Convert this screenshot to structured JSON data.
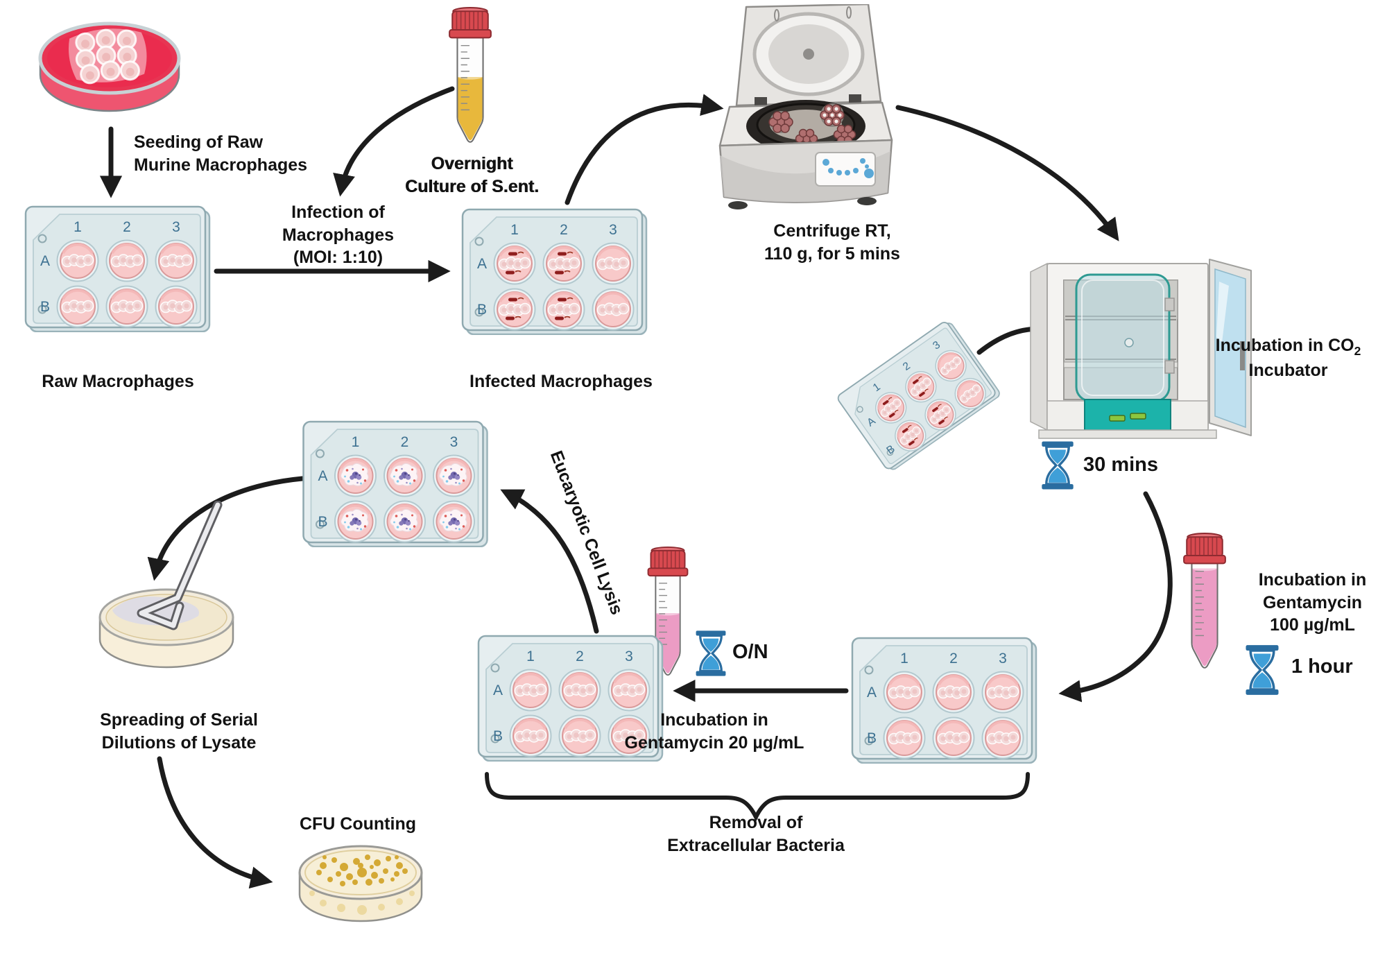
{
  "steps": {
    "seeding": {
      "line1": "Seeding of Raw",
      "line2": "Murine Macrophages"
    },
    "overnight": {
      "line1": "Overnight",
      "line2": "Culture of S.ent."
    },
    "infection": {
      "line1": "Infection of",
      "line2": "Macrophages",
      "line3": "(MOI: 1:10)"
    },
    "centrifuge": {
      "line1": "Centrifuge RT,",
      "line2": "110 g, for 5 mins"
    },
    "incubation_co2": {
      "line1_prefix": "Incubation in CO",
      "line1_sub": "2",
      "line2": "Incubator"
    },
    "gentamycin_100": {
      "line1": "Incubation in",
      "line2": "Gentamycin",
      "line3": "100 µg/mL"
    },
    "gentamycin_20": {
      "line1": "Incubation in",
      "line2": "Gentamycin 20 µg/mL"
    },
    "removal": {
      "line1": "Removal of",
      "line2": "Extracellular Bacteria"
    },
    "lysis": {
      "label": "Eucaryotic Cell Lysis"
    },
    "spreading": {
      "line1": "Spreading of Serial",
      "line2": "Dilutions of Lysate"
    },
    "cfu": {
      "label": "CFU Counting"
    }
  },
  "timers": {
    "incubator": "30 mins",
    "gentamycin_100": "1 hour",
    "gentamycin_20": "O/N"
  },
  "plates": {
    "columns": [
      "1",
      "2",
      "3"
    ],
    "rows": [
      "A",
      "B"
    ],
    "raw_label": "Raw Macrophages",
    "infected_label": "Infected Macrophages"
  },
  "icons": {
    "hourglass": "hourglass-icon",
    "arrow": "flow-arrow"
  },
  "colors": {
    "arrow": "#1c1c1c",
    "plate_outline": "#8fa9b0",
    "well_fill": "#f8c9c9",
    "bacteria": "#8f1d1d",
    "hourglass_frame": "#2a6da0",
    "hourglass_sand": "#3f9fd8",
    "tube_cap": "#d8494f",
    "overnight_culture_liquid": "#e8b83c",
    "gentamycin_liquid": "#ec9cc4",
    "incubator_accent": "#1cb3aa",
    "petri_medium": "#e73553",
    "agar": "#f6eedd",
    "colony": "#d4a935",
    "label_text": "#121212",
    "plate_label_text": "#3d7191"
  }
}
